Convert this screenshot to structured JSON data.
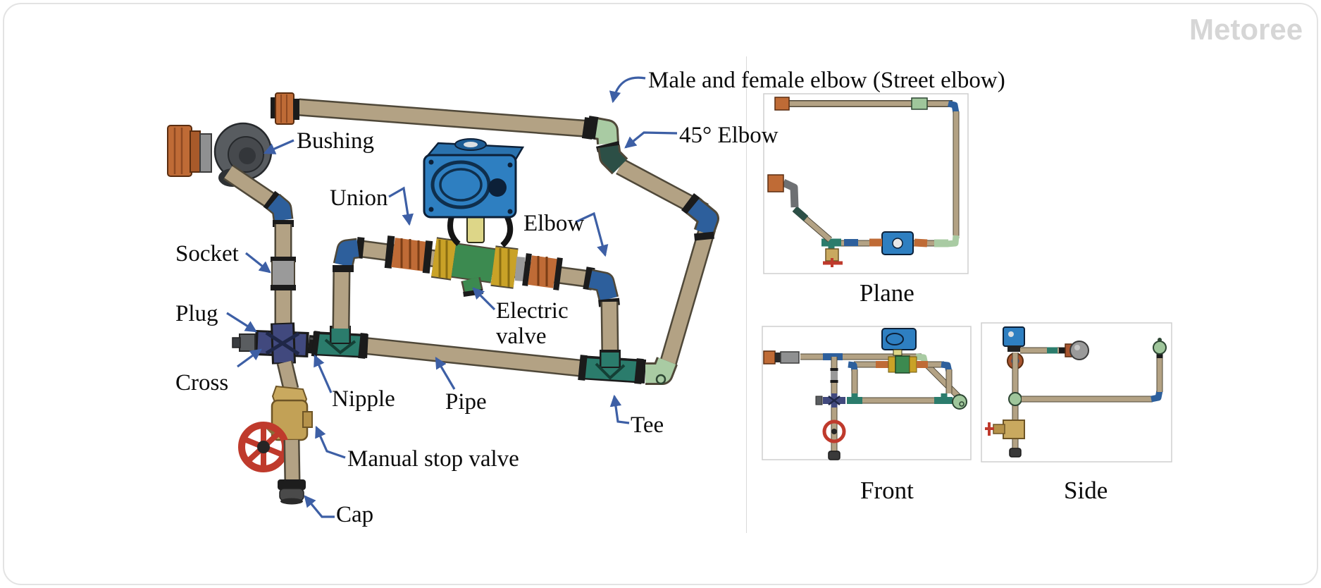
{
  "watermark": "Metoree",
  "diagram_title_labels": {
    "street_elbow": "Male and female elbow (Street elbow)",
    "elbow45": "45° Elbow",
    "bushing": "Bushing",
    "union": "Union",
    "elbow": "Elbow",
    "socket": "Socket",
    "plug": "Plug",
    "cross": "Cross",
    "electric_valve": "Electric valve",
    "nipple": "Nipple",
    "pipe": "Pipe",
    "tee": "Tee",
    "manual_stop_valve": "Manual stop valve",
    "cap": "Cap"
  },
  "views": {
    "plane": "Plane",
    "front": "Front",
    "side": "Side"
  },
  "colors": {
    "pipe_tan": "#b3a284",
    "fitting_orange": "#bf6b36",
    "fitting_blue": "#2d5f9c",
    "fitting_teal": "#2b7c6c",
    "fitting_light_green": "#a9cba3",
    "fitting_dark_green": "#2c4f46",
    "fitting_navy": "#41497e",
    "fitting_gray": "#9a9a9a",
    "flange_gold": "#c9a227",
    "valve_green": "#3c8a50",
    "actuator_blue": "#2e7fc1",
    "brass": "#c9a95f",
    "handwheel_red": "#bf3a2c",
    "leader_blue": "#3d5fa5",
    "label_black": "#0b0b0b",
    "watermark_gray": "#d6d6d6",
    "divider_gray": "#dadada"
  }
}
